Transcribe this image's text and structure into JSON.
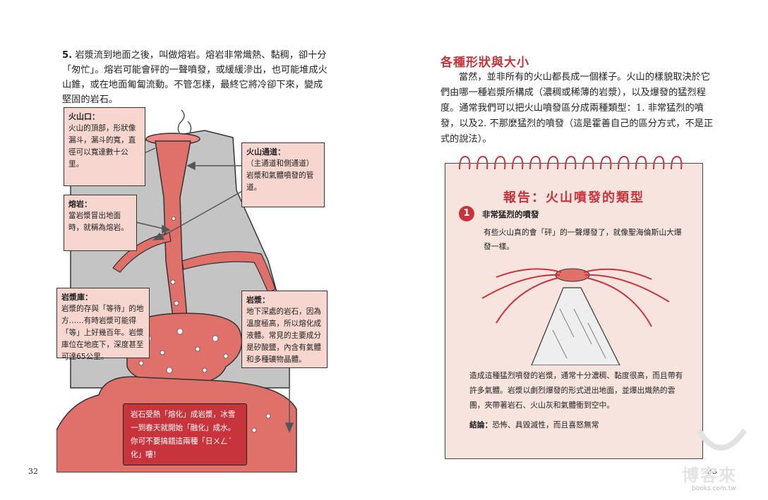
{
  "left_page": {
    "intro_num": "5.",
    "intro_text": "岩漿流到地面之後，叫做熔岩。熔岩非常熾熱、黏稠，卻十分「匆忙」。熔岩可能會砰的一聲噴發，或緩緩滲出，也可能堆成火山錐，或在地面匍匐流動。不管怎樣，最終它將冷卻下來，變成堅固的岩石。",
    "page_number": "32",
    "callouts": {
      "crater_title": "火山口：",
      "crater_text": "火山的頂部，形狀像漏斗，漏斗的寬，直徑可以寬達數十公里。",
      "vent_title": "火山通道：",
      "vent_text": "（主通道和側通道）岩漿和氣體噴發的管道。",
      "lava_title": "熔岩：",
      "lava_text": "當岩漿冒出地面時，就稱為熔岩。",
      "chamber_title": "岩漿庫：",
      "chamber_text": "岩漿的存與「等待」的地方……有時岩漿可能得「等」上好幾百年。岩漿庫位在地底下，深度甚至可達65公里。",
      "magma_title": "岩漿：",
      "magma_text": "地下深處的岩石，因為溫度極高，所以熔化成液體。常見的主要成分是矽酸鹽，內含有氣體和多種礦物晶體。",
      "joke_text": "岩石受熱「熔化」成岩漿，冰雪一到春天就開始「融化」成水。你可不要搞錯這兩種「日ㄨㄥˊ化」嘍！"
    }
  },
  "right_page": {
    "section_title": "各種形狀與大小",
    "section_body": "當然，並非所有的火山都長成一個樣子。火山的樣貌取決於它們由哪一種岩漿所構成（濃稠或稀薄的岩漿），以及爆發的猛烈程度。通常我們可以把火山噴發區分成兩種類型：1. 非常猛烈的噴發，以及2. 不那麼猛烈的噴發（這是霍善自己的區分方式，不是正式的說法）。",
    "page_number": "33",
    "report": {
      "title": "報告：火山噴發的類型",
      "number": "1",
      "type_label": "非常猛烈的噴發",
      "type_desc": "有些火山真的會「砰」的一聲爆發了，就像聖海倫斯山大爆發一樣。",
      "explain": "造成這種猛烈噴發的岩漿，通常十分濃稠、黏度很高，而且帶有許多氣體。岩漿以劇烈爆發的形式迸出地面，並爆出熾熱的雲團，夾帶著岩石、火山灰和氣體衝到空中。",
      "conclusion_label": "結論：",
      "conclusion_text": "恐怖、具毀滅性，而且喜怒無常"
    }
  },
  "watermark": {
    "text": "博客來",
    "url": "books.com.tw"
  },
  "colors": {
    "accent_red": "#c8343c",
    "pink_fill": "#f6d6cf",
    "lava": "#e0706a",
    "rock_gray": "#c4c4c4"
  }
}
